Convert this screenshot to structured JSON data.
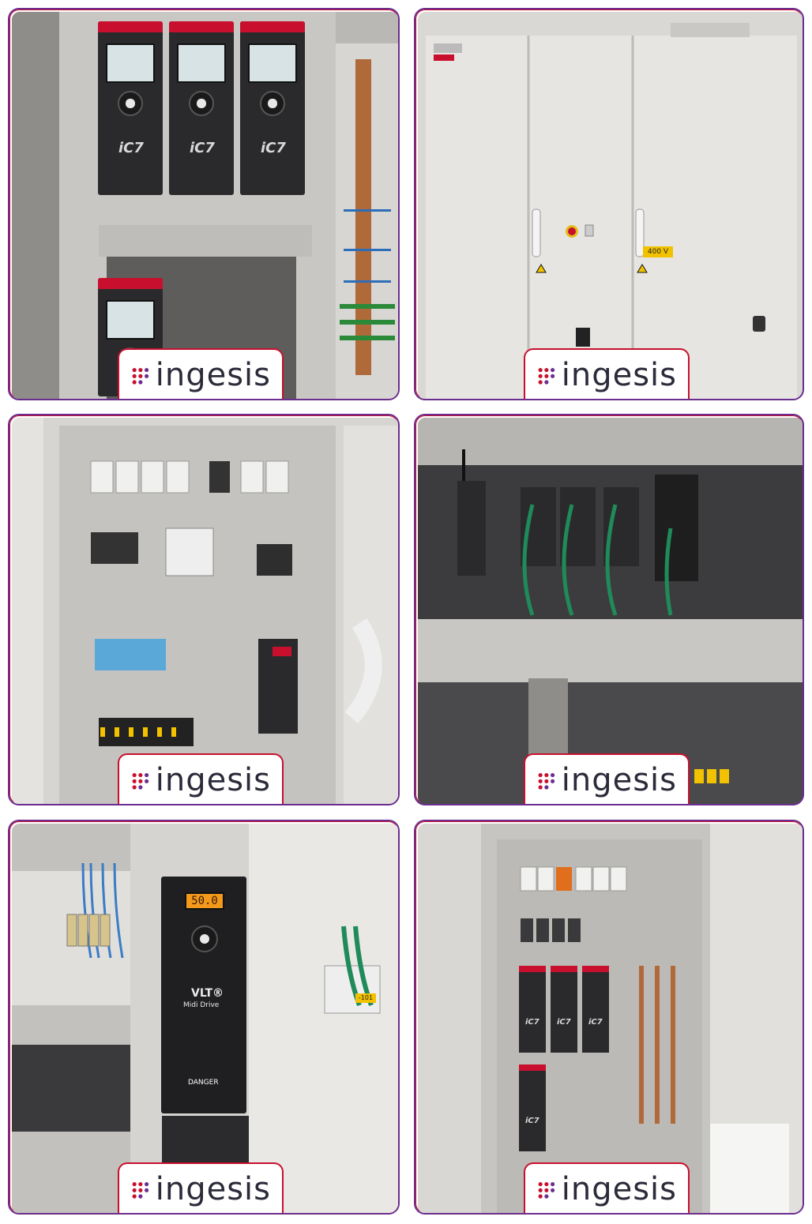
{
  "brand": {
    "logo_text": "ingesis",
    "colors": {
      "primary": "#c8102e",
      "secondary": "#6b2d8f",
      "panel_grey": "#e9e7e3",
      "drive_black": "#2a2a2c"
    }
  },
  "tiles": [
    {
      "drive_model": "iC7"
    },
    {
      "voltage_label": "400 V"
    },
    {},
    {},
    {
      "display_value": "50.0",
      "product_line": "VLT®",
      "product_name": "Midi Drive",
      "warning_word": "DANGER",
      "tag_label": "-101"
    },
    {
      "drive_model": "iC7"
    }
  ]
}
